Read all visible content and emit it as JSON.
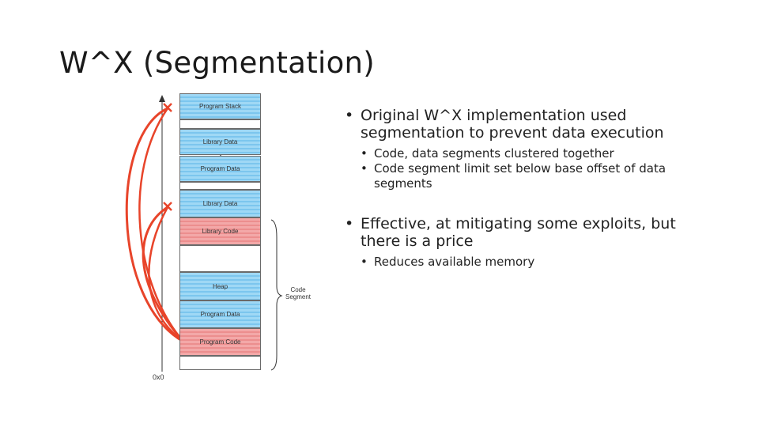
{
  "slide": {
    "title": "W^X (Segmentation)"
  },
  "diagram": {
    "segments": [
      {
        "label": "Program Stack",
        "kind": "data"
      },
      {
        "label": "",
        "kind": "empty"
      },
      {
        "label": "Library Data",
        "kind": "data"
      },
      {
        "label": "Program Data",
        "kind": "data"
      },
      {
        "label": "",
        "kind": "empty"
      },
      {
        "label": "Library Data",
        "kind": "data"
      },
      {
        "label": "Library Code",
        "kind": "code"
      },
      {
        "label": "",
        "kind": "empty"
      },
      {
        "label": "Heap",
        "kind": "data"
      },
      {
        "label": "Program Data",
        "kind": "data"
      },
      {
        "label": "Program Code",
        "kind": "code"
      },
      {
        "label": "",
        "kind": "empty"
      }
    ],
    "code_segment_label": "Code Segment",
    "address_label": "0x0",
    "colors": {
      "data": "#9fd8f5",
      "code": "#f3a8a8",
      "arrow": "#e8442a",
      "axis": "#333333"
    }
  },
  "bullets": [
    {
      "text": "Original W^X implementation used segmentation to prevent data execution",
      "sub": [
        "Code, data segments clustered together",
        "Code segment limit set below base offset of data segments"
      ]
    },
    {
      "text": "Effective, at mitigating some exploits, but there is a price",
      "sub": [
        "Reduces available memory"
      ]
    }
  ]
}
